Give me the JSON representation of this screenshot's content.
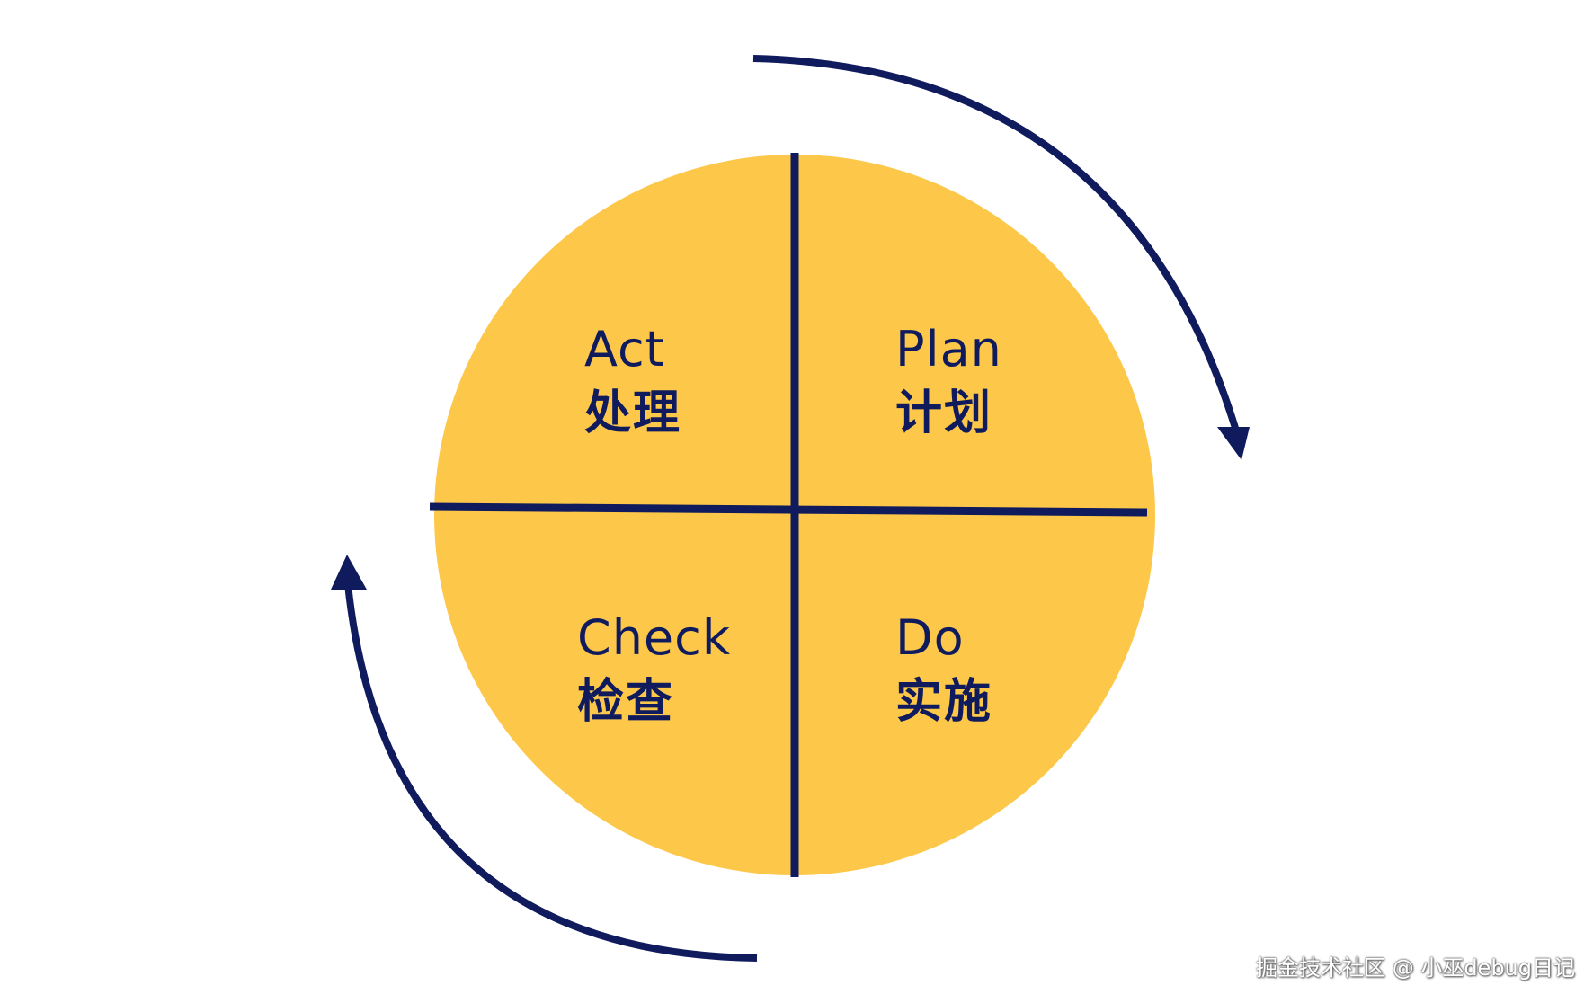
{
  "colors": {
    "circle_fill": "#fdc84a",
    "ink": "#101b5e",
    "background": "#ffffff"
  },
  "quadrants": {
    "act": {
      "en": "Act",
      "zh": "处理"
    },
    "plan": {
      "en": "Plan",
      "zh": "计划"
    },
    "check": {
      "en": "Check",
      "zh": "检查"
    },
    "do": {
      "en": "Do",
      "zh": "实施"
    }
  },
  "watermark": "掘金技术社区 @ 小巫debug日记"
}
